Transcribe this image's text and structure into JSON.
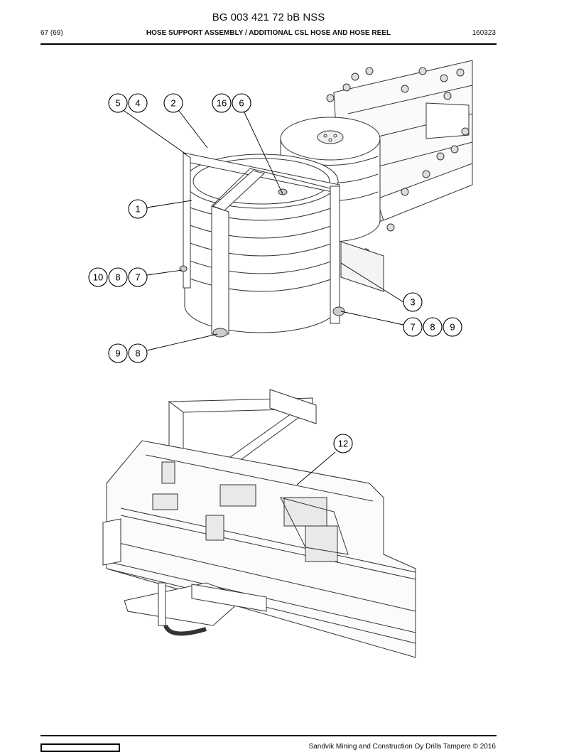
{
  "header": {
    "doc_id": "BG 003 421 72 bB NSS",
    "page": "67 (69)",
    "title": "HOSE SUPPORT ASSEMBLY / ADDITIONAL CSL HOSE AND HOSE REEL",
    "code": "160323"
  },
  "callouts": {
    "c5": "5",
    "c4": "4",
    "c2": "2",
    "c16": "16",
    "c6": "6",
    "c1": "1",
    "c10": "10",
    "c8a": "8",
    "c7a": "7",
    "c3": "3",
    "c7b": "7",
    "c8b": "8",
    "c9b": "9",
    "c9c": "9",
    "c8c": "8",
    "c12": "12"
  },
  "footer": {
    "copyright": "Sandvik Mining and Construction Oy Drills Tampere © 2016"
  }
}
